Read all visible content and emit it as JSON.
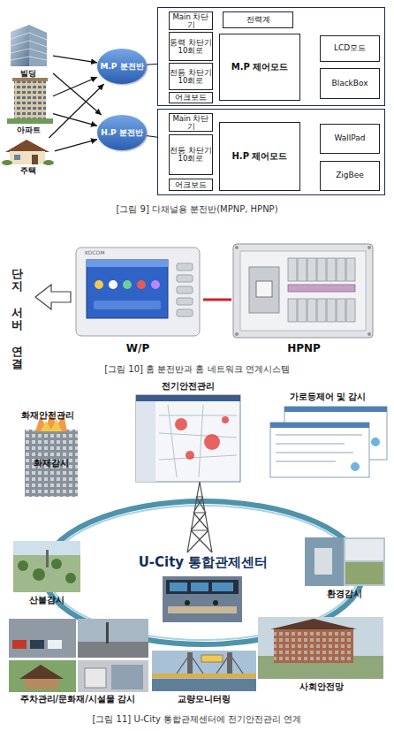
{
  "diagram": {
    "nodes": [
      {
        "text": [
          "빌딩"
        ]
      },
      {
        "text": [
          "아파트"
        ]
      },
      {
        "text": [
          "주택"
        ]
      },
      {
        "text": [
          "M.P 분전반"
        ]
      },
      {
        "text": [
          "H.P 분전반"
        ]
      },
      {
        "text": []
      },
      {
        "text": [
          "Main 차단기"
        ],
        "in": 5
      },
      {
        "text": [
          "동력 차단기 10회로"
        ],
        "in": 5
      },
      {
        "text": [
          "전등 차단기 10회로"
        ],
        "in": 5
      },
      {
        "text": [
          "어크보드"
        ],
        "in": 5
      },
      {
        "text": [
          "전력계"
        ],
        "in": 5
      },
      {
        "text": [
          "M.P 제어모드"
        ],
        "in": 5
      },
      {
        "text": [
          "LCD모드"
        ],
        "in": 5
      },
      {
        "text": [
          "BlackBox"
        ],
        "in": 5
      },
      {
        "text": []
      },
      {
        "text": [
          "Main 차단기"
        ],
        "in": 14
      },
      {
        "text": [
          "전등 차단기 10회로"
        ],
        "in": 14
      },
      {
        "text": [
          "어크보드"
        ],
        "in": 14
      },
      {
        "text": [
          "H.P 제어모드"
        ],
        "in": 14
      },
      {
        "text": [
          "WallPad"
        ],
        "in": 14
      },
      {
        "text": [
          "ZigBee"
        ],
        "in": 14
      },
      {
        "text": [
          "W/P"
        ]
      },
      {
        "text": [
          "HPNP"
        ]
      },
      {
        "text": [
          "화재안전관리",
          "화재감시"
        ]
      },
      {
        "text": [
          "전기안전관리"
        ]
      },
      {
        "text": [
          "가로등제어 및 감시"
        ]
      },
      {
        "text": [
          "U-City 통합관제센터"
        ]
      },
      {
        "text": [
          "산불감시"
        ]
      },
      {
        "text": [
          "환경감시"
        ]
      },
      {
        "text": [
          "주차관리/문화재/시설물 감시"
        ]
      },
      {
        "text": [
          "교량모니터링"
        ]
      },
      {
        "text": [
          "사회안전망"
        ]
      }
    ],
    "edges": [
      {
        "from": 0,
        "to": 3,
        "arrow": "to"
      },
      {
        "from": 0,
        "to": 4,
        "arrow": "to"
      },
      {
        "from": 1,
        "to": 3,
        "arrow": "to"
      },
      {
        "from": 1,
        "to": 4,
        "arrow": "to"
      },
      {
        "from": 2,
        "to": 3,
        "arrow": "to"
      },
      {
        "from": 2,
        "to": 4,
        "arrow": "to"
      },
      {
        "from": 3,
        "to": 5,
        "arrow": "none"
      },
      {
        "from": 4,
        "to": 14,
        "arrow": "none"
      },
      {
        "from": 21,
        "to": 22,
        "arrow": "none"
      }
    ],
    "labels": [
      "[그림 9] 다채널용 분전반(MPNP, HPNP)",
      "단지 서버 연결",
      "KOCOM",
      "[그림 10] 홈 분전반과 홈 네트워크 연계시스템",
      "[그림 11] U-City 통합관제센터에 전기안전관리 연계"
    ]
  }
}
